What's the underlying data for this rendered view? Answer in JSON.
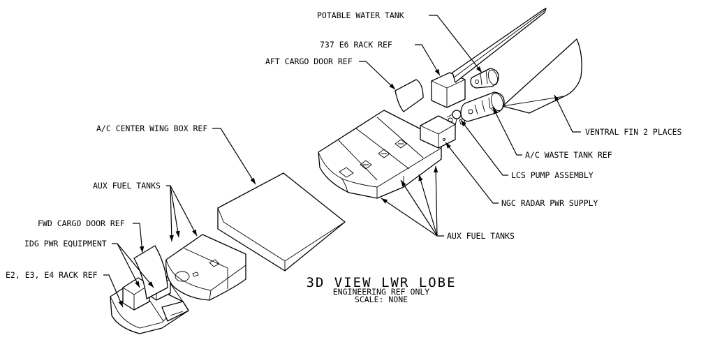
{
  "labels": {
    "potable_water_tank": "POTABLE WATER TANK",
    "rack_737_e6": "737 E6 RACK REF",
    "aft_cargo_door": "AFT CARGO DOOR REF",
    "center_wing_box": "A/C CENTER WING BOX REF",
    "aux_fuel_tanks_left": "AUX FUEL TANKS",
    "fwd_cargo_door": "FWD CARGO DOOR REF",
    "idg_pwr_equipment": "IDG PWR EQUIPMENT",
    "e2_e3_e4_rack": "E2, E3, E4 RACK REF",
    "ventral_fin": "VENTRAL FIN 2 PLACES",
    "waste_tank": "A/C WASTE TANK REF",
    "lcs_pump": "LCS PUMP ASSEMBLY",
    "ngc_radar": "NGC RADAR PWR SUPPLY",
    "aux_fuel_tanks_right": "AUX FUEL TANKS"
  },
  "title": {
    "main": "3D VIEW LWR LOBE",
    "line2": "ENGINEERING REF ONLY",
    "line3": "SCALE: NONE"
  }
}
